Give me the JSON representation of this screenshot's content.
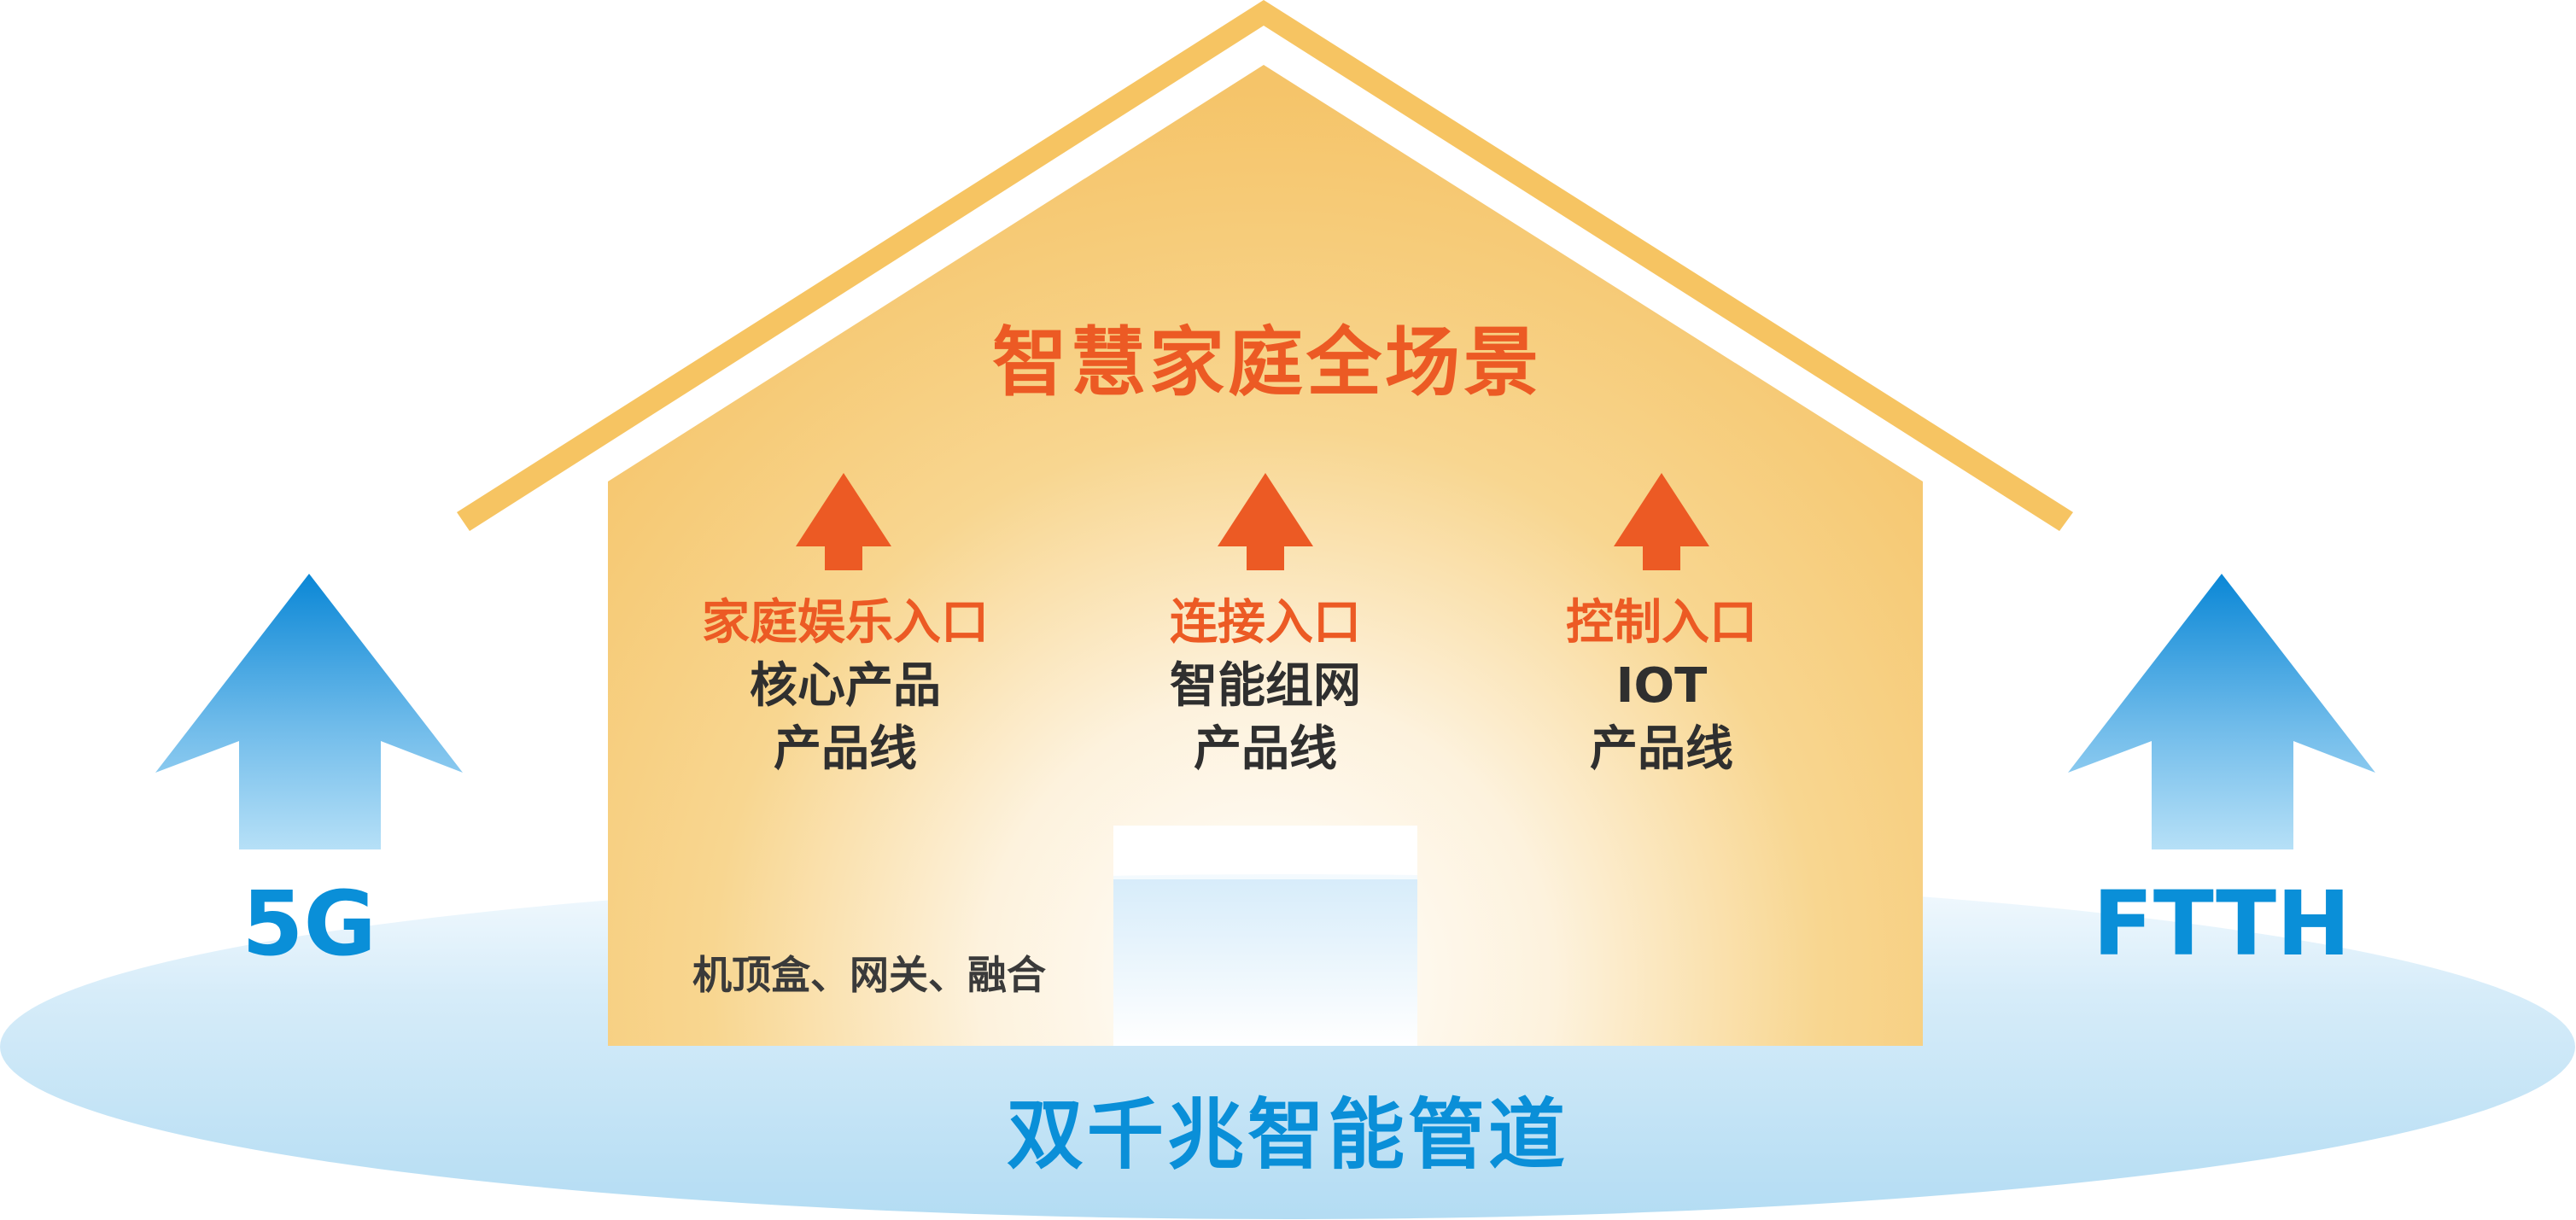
{
  "scene": {
    "title": "智慧家庭全场景",
    "columns": [
      {
        "entry": "家庭娱乐入口",
        "line1": "核心产品",
        "line2": "产品线"
      },
      {
        "entry": "连接入口",
        "line1": "智能组网",
        "line2": "产品线"
      },
      {
        "entry": "控制入口",
        "line1": "IOT",
        "line2": "产品线"
      }
    ],
    "hardware": "机顶盒、网关、融合",
    "left_arrow_label": "5G",
    "right_arrow_label": "FTTH",
    "pipeline": "双千兆智能管道"
  },
  "colors": {
    "accent_orange": "#ec5a24",
    "roof_yellow": "#f6c462",
    "house_fill": "#f7c56a",
    "pipeline_blue": "#0a8fd8",
    "ellipse_blue": "#b9dff4"
  }
}
